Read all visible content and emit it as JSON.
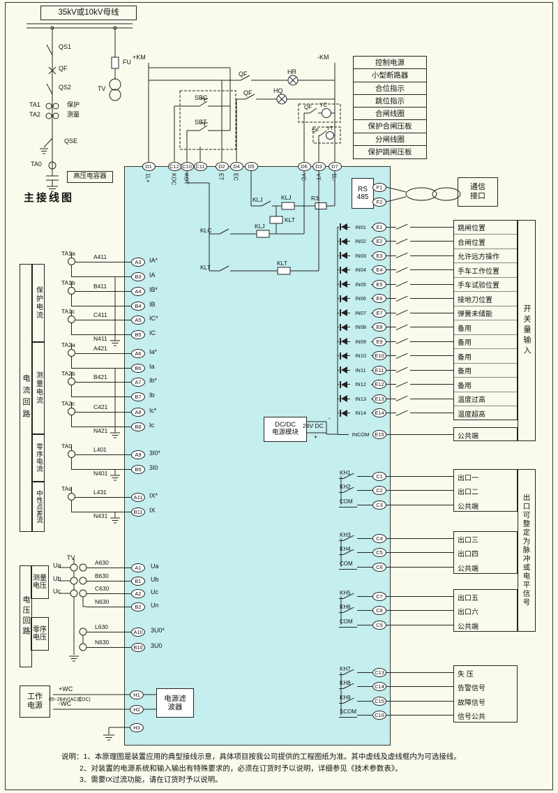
{
  "page": {
    "busbar_title": "35kV或10kV母线",
    "main_title": "主接线图",
    "notes": [
      "说明：1、本原理图是装置应用的典型接线示意，具体项目按我公司提供的工程图纸为准。其中虚线及虚线框内为可选接线。",
      "2、对装置的电源系统和输入输出有特殊要求的，必须在订货时予以说明，详细参见《技术参数表》。",
      "3、需要IX过流功能，请在订货时予以说明。"
    ]
  },
  "primary": {
    "qs1": "QS1",
    "qf": "QF",
    "qs2": "QS2",
    "ta1": "TA1",
    "ta2": "TA2",
    "protect": "保护",
    "measure": "测量",
    "qse": "QSE",
    "ta0": "TA0",
    "capacitor": "高压电容器",
    "fu": "FU",
    "tv": "TV"
  },
  "control": {
    "km_plus": "+KM",
    "km_minus": "-KM",
    "qf1": "QF",
    "hr": "HR",
    "qf2": "QF",
    "hq": "HQ",
    "qf3": "QF",
    "yc": "YC",
    "qf4": "QF",
    "yt": "YT",
    "sbc": "SBC",
    "sbt": "SBT"
  },
  "legend": [
    "控制电源",
    "小型断路器",
    "合位指示",
    "跳位指示",
    "合闸线圈",
    "保护合闸压板",
    "分闸线圈",
    "保护跳闸压板"
  ],
  "device": {
    "top_terminals": [
      {
        "id": "D1",
        "tag": "1L+"
      },
      {
        "id": "C12",
        "tag": "KOC"
      },
      {
        "id": "C10",
        "tag": "KOT"
      },
      {
        "id": "C11",
        "tag": ""
      },
      {
        "id": "D2",
        "tag": "ET"
      },
      {
        "id": "D4",
        "tag": "EC"
      },
      {
        "id": "D5",
        "tag": ""
      },
      {
        "id": "D6",
        "tag": "YC"
      },
      {
        "id": "D3",
        "tag": "YT"
      },
      {
        "id": "D7",
        "tag": "1L-"
      }
    ],
    "relays": {
      "klj_contact": "KLJ",
      "klj_coil": "KLJ",
      "klt_coil1": "KLT",
      "r3": "R3",
      "klc": "KLC",
      "klj_coil2": "KLJ",
      "klt_contact": "KLT",
      "klt_coil2": "KLT"
    }
  },
  "rs485": {
    "line1": "RS",
    "line2": "485",
    "f1": "F1",
    "f2": "F2",
    "comm": "通信接口"
  },
  "digital_inputs": {
    "side_label": "开关量输入",
    "rows": [
      {
        "signal": "IN01",
        "terminal": "E1",
        "desc": "跳闸位置"
      },
      {
        "signal": "IN02",
        "terminal": "E2",
        "desc": "合闸位置"
      },
      {
        "signal": "IN03",
        "terminal": "E3",
        "desc": "允许远方操作"
      },
      {
        "signal": "IN04",
        "terminal": "E4",
        "desc": "手车工作位置"
      },
      {
        "signal": "IN05",
        "terminal": "E5",
        "desc": "手车试验位置"
      },
      {
        "signal": "IN06",
        "terminal": "E6",
        "desc": "接地刀位置"
      },
      {
        "signal": "IN07",
        "terminal": "E7",
        "desc": "弹簧未储能"
      },
      {
        "signal": "IN08",
        "terminal": "E8",
        "desc": "备用"
      },
      {
        "signal": "IN09",
        "terminal": "E9",
        "desc": "备用"
      },
      {
        "signal": "IN10",
        "terminal": "E10",
        "desc": "备用"
      },
      {
        "signal": "IN11",
        "terminal": "E11",
        "desc": "备用"
      },
      {
        "signal": "IN12",
        "terminal": "E12",
        "desc": "备用"
      },
      {
        "signal": "IN13",
        "terminal": "E13",
        "desc": "温度过高"
      },
      {
        "signal": "IN14",
        "terminal": "E14",
        "desc": "温度超高"
      }
    ],
    "incom": {
      "signal": "INCOM",
      "terminal": "E15",
      "desc": "公共端"
    }
  },
  "dcdc": {
    "line1": "DC/DC",
    "line2": "电源模块",
    "output": "24V DC",
    "plus": "+",
    "minus": "-"
  },
  "outputs": {
    "side_label": "出口可整定为脉冲或电平信号",
    "groups": [
      {
        "rows": [
          {
            "contact": "KH1",
            "terminal": "C1",
            "desc": "出口一",
            "type": "no"
          },
          {
            "contact": "KH2",
            "terminal": "C2",
            "desc": "出口二",
            "type": "no"
          },
          {
            "contact": "COM",
            "terminal": "C3",
            "desc": "公共端",
            "type": "com"
          }
        ]
      },
      {
        "rows": [
          {
            "contact": "KH3",
            "terminal": "C4",
            "desc": "出口三",
            "type": "no"
          },
          {
            "contact": "KH4",
            "terminal": "C5",
            "desc": "出口四",
            "type": "no"
          },
          {
            "contact": "COM",
            "terminal": "C6",
            "desc": "公共端",
            "type": "com"
          }
        ]
      },
      {
        "rows": [
          {
            "contact": "KH5",
            "terminal": "C7",
            "desc": "出口五",
            "type": "no"
          },
          {
            "contact": "KH6",
            "terminal": "C8",
            "desc": "出口六",
            "type": "no"
          },
          {
            "contact": "COM",
            "terminal": "C9",
            "desc": "公共端",
            "type": "com"
          }
        ]
      },
      {
        "rows": [
          {
            "contact": "KH7",
            "terminal": "C13",
            "desc": "失  压",
            "type": "no"
          },
          {
            "contact": "KH8",
            "terminal": "C14",
            "desc": "告警信号",
            "type": "no"
          },
          {
            "contact": "KH9",
            "terminal": "C15",
            "desc": "故障信号",
            "type": "no"
          },
          {
            "contact": "SCOM",
            "terminal": "C16",
            "desc": "信号公共",
            "type": "com"
          }
        ]
      }
    ]
  },
  "currents": {
    "side_label": "电流回路",
    "sections": [
      "保护电流",
      "测量电流",
      "零序电流",
      "中性点差流"
    ],
    "groups": [
      {
        "ta": "TA1a",
        "wire": "A411",
        "n": "",
        "t1": "A3",
        "l1": "IA*",
        "t2": "B3",
        "l2": "IA"
      },
      {
        "ta": "TA1b",
        "wire": "B411",
        "n": "",
        "t1": "A4",
        "l1": "IB*",
        "t2": "B4",
        "l2": "IB"
      },
      {
        "ta": "TA1c",
        "wire": "C411",
        "n": "N411",
        "t1": "A5",
        "l1": "IC*",
        "t2": "B5",
        "l2": "IC"
      },
      {
        "ta": "TA2a",
        "wire": "A421",
        "n": "",
        "t1": "A6",
        "l1": "Ia*",
        "t2": "B6",
        "l2": "Ia"
      },
      {
        "ta": "TA2b",
        "wire": "B421",
        "n": "",
        "t1": "A7",
        "l1": "Ib*",
        "t2": "B7",
        "l2": "Ib"
      },
      {
        "ta": "TA2c",
        "wire": "C421",
        "n": "N421",
        "t1": "A8",
        "l1": "Ic*",
        "t2": "B8",
        "l2": "Ic"
      },
      {
        "ta": "TA0",
        "wire": "L401",
        "n": "N401",
        "t1": "A9",
        "l1": "3I0*",
        "t2": "B9",
        "l2": "3I0"
      },
      {
        "ta": "TAd",
        "wire": "L431",
        "n": "N431",
        "t1": "A11",
        "l1": "IX*",
        "t2": "B11",
        "l2": "IX"
      }
    ]
  },
  "voltages": {
    "side_label": "电压回路",
    "measure_label": "测量电压",
    "zero_label": "零序电压",
    "tv": "TV",
    "phases": [
      "Ua",
      "Ub",
      "Uc"
    ],
    "rows": [
      {
        "wire": "A630",
        "t": "A1",
        "l": "Ua"
      },
      {
        "wire": "B630",
        "t": "B1",
        "l": "Ub"
      },
      {
        "wire": "C630",
        "t": "A2",
        "l": "Uc"
      },
      {
        "wire": "N630",
        "t": "B2",
        "l": "Un"
      },
      {
        "wire": "L630",
        "t": "A10",
        "l": "3U0*"
      },
      {
        "wire": "N630",
        "t": "B10",
        "l": "3U0"
      }
    ]
  },
  "power": {
    "box": "工作电源",
    "plus": "+WC",
    "range": "85~264V(AC或DC)",
    "minus": "-WC",
    "terms": [
      "H1",
      "H2",
      "H3"
    ],
    "filter": "电源滤波器"
  }
}
